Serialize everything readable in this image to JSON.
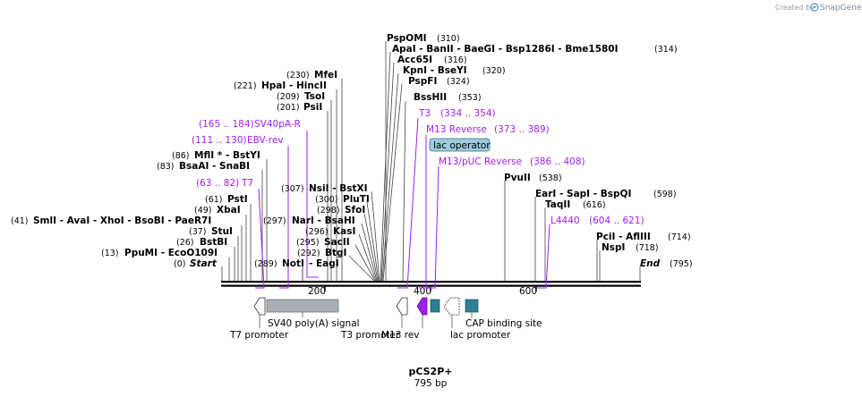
{
  "credit": {
    "prefix": "Created by",
    "brand": "SnapGene"
  },
  "plasmid": {
    "name": "pCS2P+",
    "length_label": "795 bp",
    "length": 795
  },
  "ticks": [
    {
      "pos": 200,
      "label": "200"
    },
    {
      "pos": 400,
      "label": "400"
    },
    {
      "pos": 600,
      "label": "600"
    }
  ],
  "sites": [
    {
      "name": "Start",
      "pos": 0,
      "text": "Start",
      "num": "(0)",
      "italic": true
    },
    {
      "name": "ppumi-ecoo109i",
      "pos": 13,
      "text": "PpuMI  - EcoO109I",
      "num": "(13)"
    },
    {
      "name": "bstbi",
      "pos": 26,
      "text": "BstBI",
      "num": "(26)"
    },
    {
      "name": "stui",
      "pos": 37,
      "text": "StuI",
      "num": "(37)"
    },
    {
      "name": "smli-group",
      "pos": 41,
      "text": "SmlI   - AvaI   - XhoI   - BsoBI   - PaeR7I",
      "num": "(41)"
    },
    {
      "name": "xbai",
      "pos": 49,
      "text": "XbaI",
      "num": "(49)"
    },
    {
      "name": "psti",
      "pos": 61,
      "text": "PstI",
      "num": "(61)"
    },
    {
      "name": "bsaai-snabi",
      "pos": 83,
      "text": "BsaAI   - SnaBI",
      "num": "(83)"
    },
    {
      "name": "mfli-bstyi",
      "pos": 86,
      "text": "MflI *  - BstYI",
      "num": "(86)"
    },
    {
      "name": "psii",
      "pos": 201,
      "text": "PsiI",
      "num": "(201)"
    },
    {
      "name": "tsoi",
      "pos": 209,
      "text": "TsoI",
      "num": "(209)"
    },
    {
      "name": "hpai-hincii",
      "pos": 221,
      "text": "HpaI   - HincII",
      "num": "(221)"
    },
    {
      "name": "mfei",
      "pos": 230,
      "text": "MfeI",
      "num": "(230)"
    },
    {
      "name": "noti",
      "pos": 289,
      "text": "NotI",
      "num": "(289)"
    },
    {
      "name": "eagi",
      "pos": 289,
      "text": "- EagI",
      "num": ""
    },
    {
      "name": "btgi",
      "pos": 292,
      "text": "BtgI",
      "num": "(292)"
    },
    {
      "name": "sacii",
      "pos": 295,
      "text": "SacII",
      "num": "(295)"
    },
    {
      "name": "kasi",
      "pos": 296,
      "text": "KasI",
      "num": "(296)"
    },
    {
      "name": "nari-bsahi",
      "pos": 297,
      "text": "NarI   - BsaHI",
      "num": "(297)"
    },
    {
      "name": "sfoi",
      "pos": 298,
      "text": "SfoI",
      "num": "(298)"
    },
    {
      "name": "pluti",
      "pos": 300,
      "text": "PluTI",
      "num": "(300)"
    },
    {
      "name": "nsii-bstxi",
      "pos": 307,
      "text": "NsiI   - BstXI",
      "num": "(307)"
    },
    {
      "name": "bsshii",
      "pos": 353,
      "text": "BssHII",
      "num": "(353)"
    },
    {
      "name": "pspfi",
      "pos": 324,
      "text": "PspFI",
      "num": "(324)"
    },
    {
      "name": "kpni-bseyi",
      "pos": 320,
      "text": "KpnI   - BseYI",
      "num": "(320)"
    },
    {
      "name": "acc65i",
      "pos": 316,
      "text": "Acc65I",
      "num": "(316)"
    },
    {
      "name": "apai-group",
      "pos": 314,
      "text": "ApaI   - BanII   - BaeGI   - Bsp1286I   - Bme1580I",
      "num": "(314)"
    },
    {
      "name": "pspomi",
      "pos": 310,
      "text": "PspOMI",
      "num": "(310)"
    },
    {
      "name": "pvuii",
      "pos": 538,
      "text": "PvuII",
      "num": "(538)"
    },
    {
      "name": "eari-group",
      "pos": 598,
      "text": "EarI   - SapI   - BspQI",
      "num": "(598)"
    },
    {
      "name": "taqii",
      "pos": 616,
      "text": "TaqII",
      "num": "(616)"
    },
    {
      "name": "pcii-afliii",
      "pos": 714,
      "text": "PciI   - AflIII",
      "num": "(714)"
    },
    {
      "name": "nspi",
      "pos": 718,
      "text": "NspI",
      "num": "(718)"
    },
    {
      "name": "End",
      "pos": 795,
      "text": "End",
      "num": "(795)",
      "italic": true
    }
  ],
  "primers": [
    {
      "name": "sv40pa-r",
      "text": "SV40pA-R",
      "range": "(165 .. 184)"
    },
    {
      "name": "ebv-rev",
      "text": "EBV-rev",
      "range": "(111 .. 130)"
    },
    {
      "name": "t7",
      "text": "T7",
      "range": "(63 .. 82)"
    },
    {
      "name": "t3",
      "text": "T3",
      "range": "(334 .. 354)"
    },
    {
      "name": "m13-reverse",
      "text": "M13 Reverse",
      "range": "(373 .. 389)"
    },
    {
      "name": "m13-puc-reverse",
      "text": "M13/pUC Reverse",
      "range": "(386 .. 408)"
    },
    {
      "name": "l4440",
      "text": "L4440",
      "range": "(604 .. 621)"
    }
  ],
  "features": {
    "lac_operator": "lac operator",
    "sv40": "SV40 poly(A) signal",
    "t7_promoter": "T7 promoter",
    "t3_promoter": "T3 promoter",
    "m13_rev": "M13 rev",
    "lac_promoter": "lac promoter",
    "cap": "CAP binding site"
  },
  "colors": {
    "primer": "#a020f0",
    "feature_grey": "#a8aeb4",
    "feature_teal": "#2e7f94",
    "lac_operator_fill": "#9ccbdc",
    "backbone": "#000000"
  }
}
